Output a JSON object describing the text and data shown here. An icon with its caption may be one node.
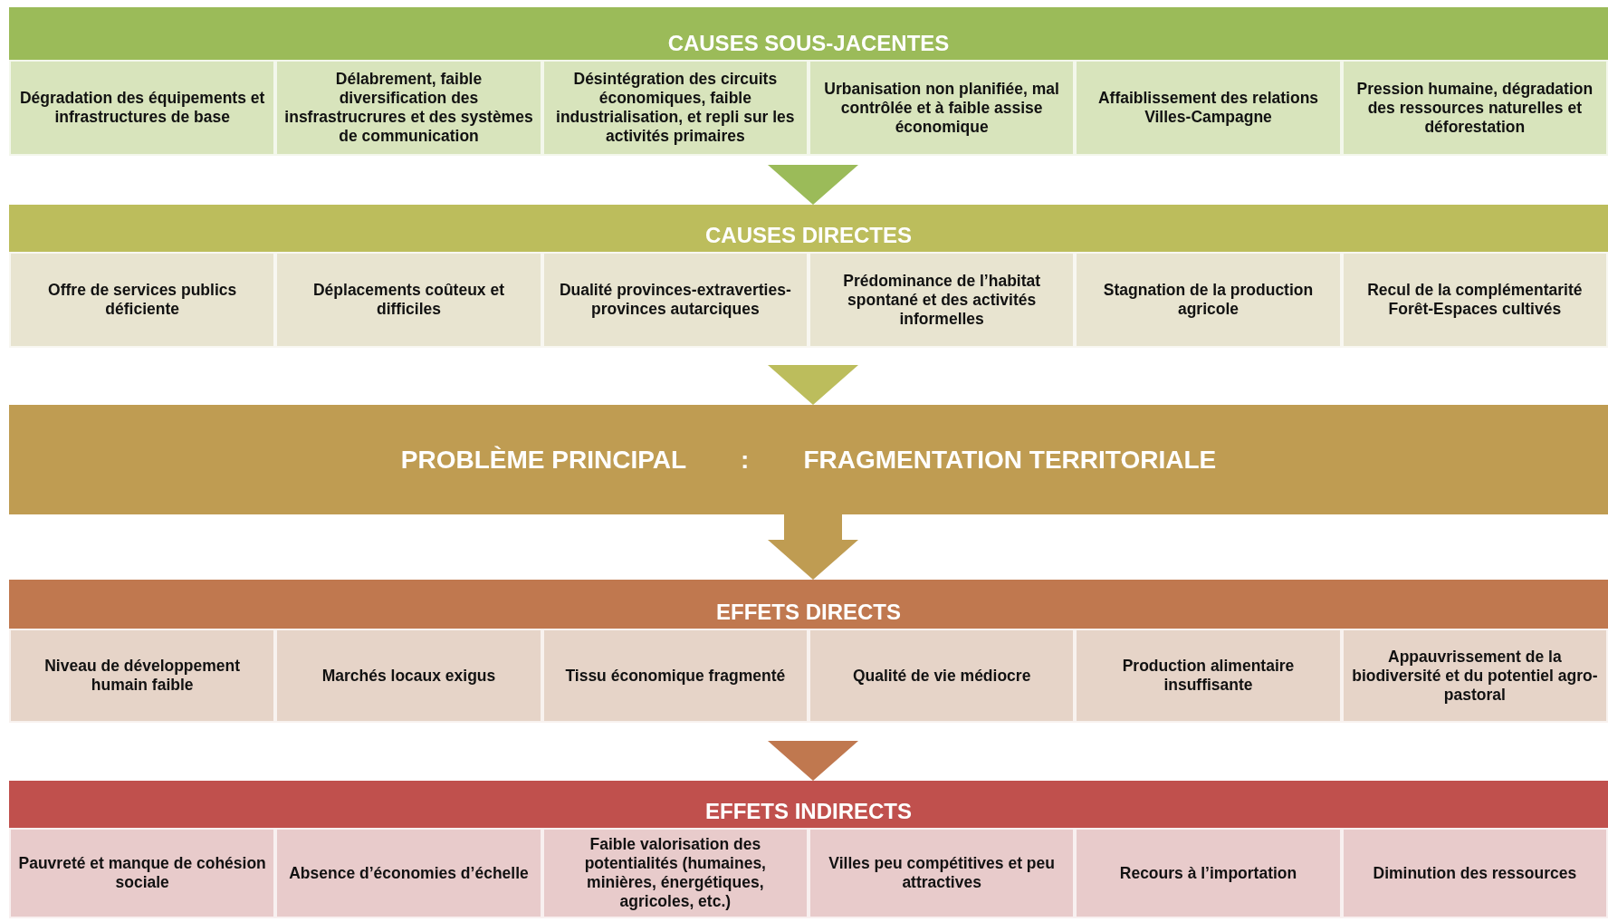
{
  "diagram": {
    "nodes": [
      {
        "text": [
          "CAUSES SOUS-JACENTES"
        ]
      },
      {
        "text": [
          "Dégradation des équipements et infrastructures de base"
        ],
        "in": 0
      },
      {
        "text": [
          "Délabrement, faible diversification des insfrastrucrures et des systèmes de communication"
        ],
        "in": 0
      },
      {
        "text": [
          "Désintégration des circuits économiques, faible industrialisation, et repli sur les activités primaires"
        ],
        "in": 0
      },
      {
        "text": [
          "Urbanisation non planifiée, mal contrôlée et à faible assise économique"
        ],
        "in": 0
      },
      {
        "text": [
          "Affaiblissement des relations Villes-Campagne"
        ],
        "in": 0
      },
      {
        "text": [
          "Pression humaine, dégradation des ressources naturelles et déforestation"
        ],
        "in": 0
      },
      {
        "text": [
          "CAUSES DIRECTES"
        ]
      },
      {
        "text": [
          "Offre de services publics déficiente"
        ],
        "in": 7
      },
      {
        "text": [
          "Déplacements coûteux et difficiles"
        ],
        "in": 7
      },
      {
        "text": [
          "Dualité provinces-extraverties- provinces autarciques"
        ],
        "in": 7
      },
      {
        "text": [
          "Prédominance de l’habitat spontané et des activités informelles"
        ],
        "in": 7
      },
      {
        "text": [
          "Stagnation de la production agricole"
        ],
        "in": 7
      },
      {
        "text": [
          "Recul de la complémentarité Forêt-Espaces cultivés"
        ],
        "in": 7
      },
      {
        "text": [
          "PROBLÈME PRINCIPAL",
          ":",
          "FRAGMENTATION TERRITORIALE"
        ]
      },
      {
        "text": [
          "EFFETS DIRECTS"
        ]
      },
      {
        "text": [
          "Niveau de développement humain faible"
        ],
        "in": 15
      },
      {
        "text": [
          "Marchés locaux exigus"
        ],
        "in": 15
      },
      {
        "text": [
          "Tissu économique fragmenté"
        ],
        "in": 15
      },
      {
        "text": [
          "Qualité de vie médiocre"
        ],
        "in": 15
      },
      {
        "text": [
          "Production alimentaire insuffisante"
        ],
        "in": 15
      },
      {
        "text": [
          "Appauvrissement de la biodiversité et du potentiel agro-pastoral"
        ],
        "in": 15
      },
      {
        "text": [
          "EFFETS INDIRECTS"
        ]
      },
      {
        "text": [
          "Pauvreté et manque de cohésion sociale"
        ],
        "in": 22
      },
      {
        "text": [
          "Absence d’économies d’échelle"
        ],
        "in": 22
      },
      {
        "text": [
          "Faible valorisation des potentialités (humaines, minières, énergétiques, agricoles, etc.)"
        ],
        "in": 22
      },
      {
        "text": [
          "Villes peu compétitives et peu attractives"
        ],
        "in": 22
      },
      {
        "text": [
          "Recours à l’importation"
        ],
        "in": 22
      },
      {
        "text": [
          "Diminution des ressources"
        ],
        "in": 22
      }
    ],
    "edges": [
      {
        "from": 0,
        "to": 7,
        "arrow": "to",
        "color": "#9bbb59"
      },
      {
        "from": 7,
        "to": 14,
        "arrow": "to",
        "color": "#bcbd5c"
      },
      {
        "from": 14,
        "to": 15,
        "arrow": "to",
        "color": "#bf9c52"
      },
      {
        "from": 15,
        "to": 22,
        "arrow": "to",
        "color": "#c0784f"
      }
    ]
  }
}
